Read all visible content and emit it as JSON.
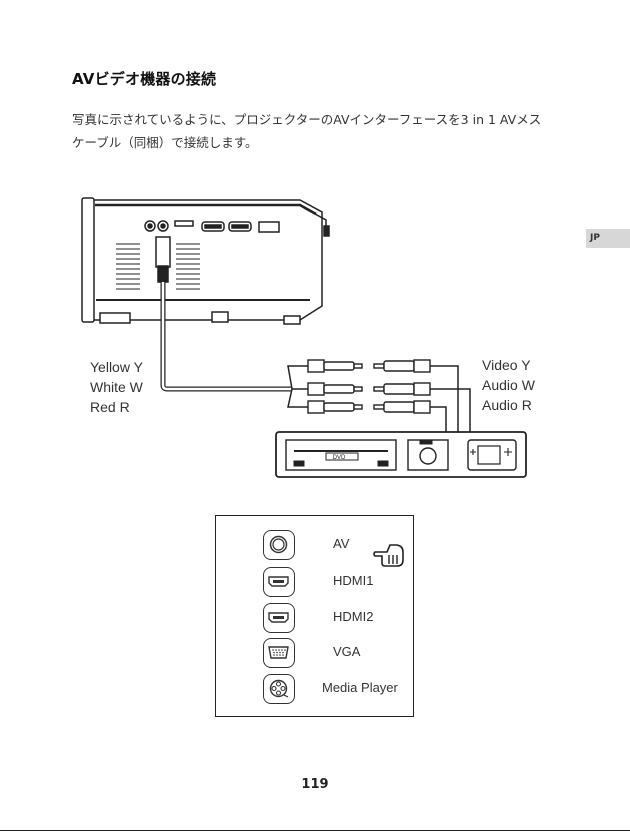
{
  "section": {
    "title": "AVビデオ機器の接続",
    "tab": "JP"
  },
  "instructions": {
    "line1": "写真に示されているように、プロジェクターのAVインターフェースを3 in 1 AVメス",
    "line2": "ケーブル（同梱）で接続します。"
  },
  "diagram": {
    "cable_colors": [
      "Yellow Y",
      "White W",
      "Red R"
    ],
    "signals": [
      "Video Y",
      "Audio W",
      "Audio R"
    ],
    "dvd_label": "DVD",
    "devices": [
      "dvd-player-icon",
      "camera-icon",
      "game-console-icon"
    ]
  },
  "source_menu": {
    "items": [
      {
        "label": "AV",
        "icon": "av-port-icon",
        "selected": true
      },
      {
        "label": "HDMI1",
        "icon": "hdmi-port-icon"
      },
      {
        "label": "HDMI2",
        "icon": "hdmi-port-icon"
      },
      {
        "label": "VGA",
        "icon": "vga-port-icon"
      },
      {
        "label": "Media Player",
        "icon": "media-player-icon"
      }
    ]
  },
  "page": {
    "number": "119"
  }
}
